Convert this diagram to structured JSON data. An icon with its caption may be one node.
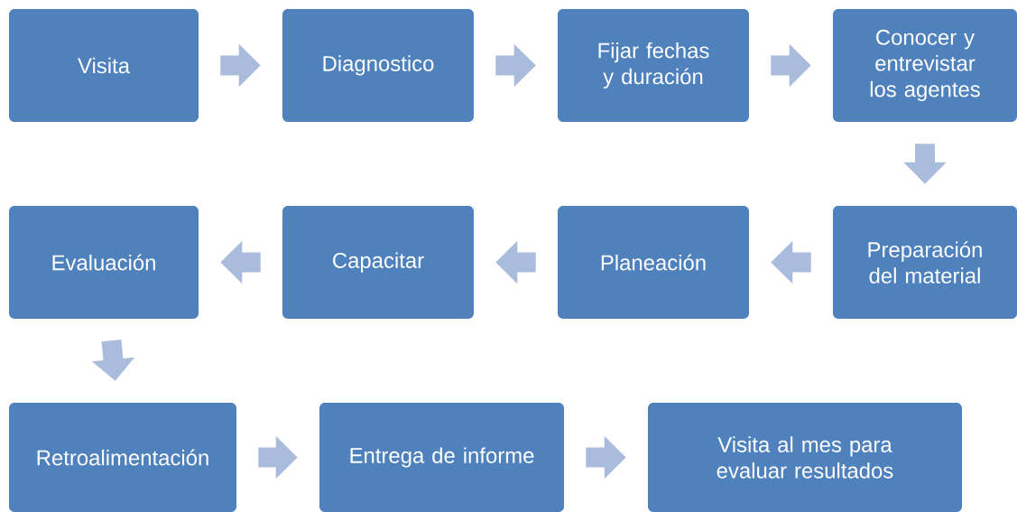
{
  "diagram": {
    "nodes": [
      {
        "text": [
          "Visita"
        ]
      },
      {
        "text": [
          "Diagnostico"
        ]
      },
      {
        "text": [
          "Fijar fechas y duración"
        ]
      },
      {
        "text": [
          "Conocer y entrevistar los agentes"
        ]
      },
      {
        "text": [
          "Preparación del material"
        ]
      },
      {
        "text": [
          "Planeación"
        ]
      },
      {
        "text": [
          "Capacitar"
        ]
      },
      {
        "text": [
          "Evaluación"
        ]
      },
      {
        "text": [
          "Retroalimentación"
        ]
      },
      {
        "text": [
          "Entrega de informe"
        ]
      },
      {
        "text": [
          "Visita al mes para evaluar resultados"
        ]
      }
    ],
    "edges": [
      {
        "from": 0,
        "to": 1,
        "arrow": "to"
      },
      {
        "from": 1,
        "to": 2,
        "arrow": "to"
      },
      {
        "from": 2,
        "to": 3,
        "arrow": "to"
      },
      {
        "from": 3,
        "to": 4,
        "arrow": "to"
      },
      {
        "from": 4,
        "to": 5,
        "arrow": "to"
      },
      {
        "from": 5,
        "to": 6,
        "arrow": "to"
      },
      {
        "from": 6,
        "to": 7,
        "arrow": "to"
      },
      {
        "from": 7,
        "to": 8,
        "arrow": "to"
      },
      {
        "from": 8,
        "to": 9,
        "arrow": "to"
      },
      {
        "from": 9,
        "to": 10,
        "arrow": "to"
      }
    ]
  }
}
